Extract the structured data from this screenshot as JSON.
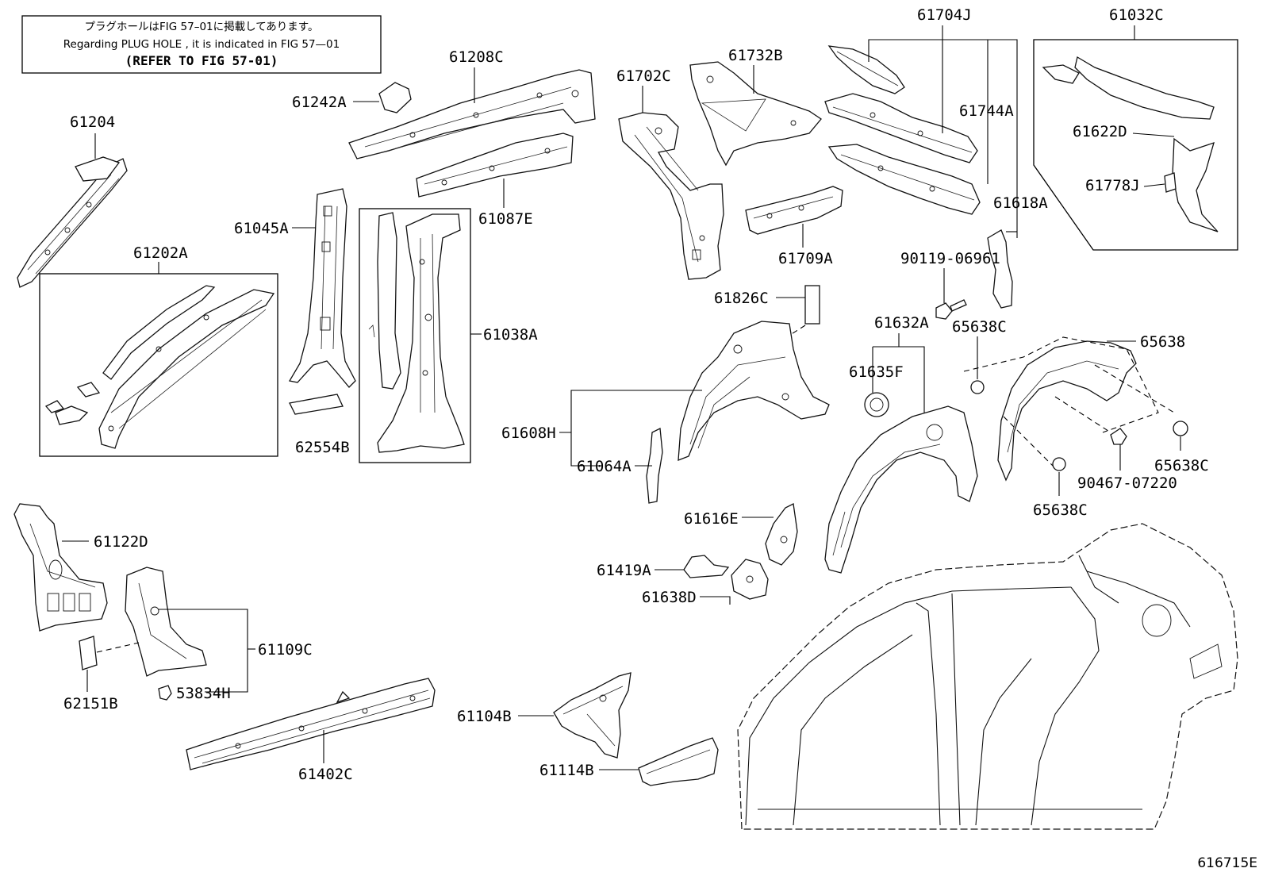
{
  "note": {
    "line_jp": "プラグホールはFIG 57–01に掲載してあります。",
    "line_en": "Regarding  PLUG  HOLE , it is indicated in FIG  57—01",
    "line_ref": "(REFER TO FIG 57-01)"
  },
  "labels": {
    "p61204": "61204",
    "p61202A": "61202A",
    "p61242A": "61242A",
    "p61208C": "61208C",
    "p61087E": "61087E",
    "p61045A": "61045A",
    "p62554B": "62554B",
    "p61038A": "61038A",
    "p61702C": "61702C",
    "p61732B": "61732B",
    "p61709A": "61709A",
    "p61704J": "61704J",
    "p61744A": "61744A",
    "p61618A": "61618A",
    "p61032C": "61032C",
    "p61622D": "61622D",
    "p61778J": "61778J",
    "p90119": "90119-06961",
    "p61826C": "61826C",
    "p61632A": "61632A",
    "p61635F": "61635F",
    "p65638C_a": "65638C",
    "p65638": "65638",
    "p65638C_b": "65638C",
    "p90467": "90467-07220",
    "p65638C_c": "65638C",
    "p61608H": "61608H",
    "p61064A": "61064A",
    "p61616E": "61616E",
    "p61419A": "61419A",
    "p61638D": "61638D",
    "p61122D": "61122D",
    "p61109C": "61109C",
    "p62151B": "62151B",
    "p53834H": "53834H",
    "p61402C": "61402C",
    "p61104B": "61104B",
    "p61114B": "61114B"
  },
  "figure_id": "616715E"
}
